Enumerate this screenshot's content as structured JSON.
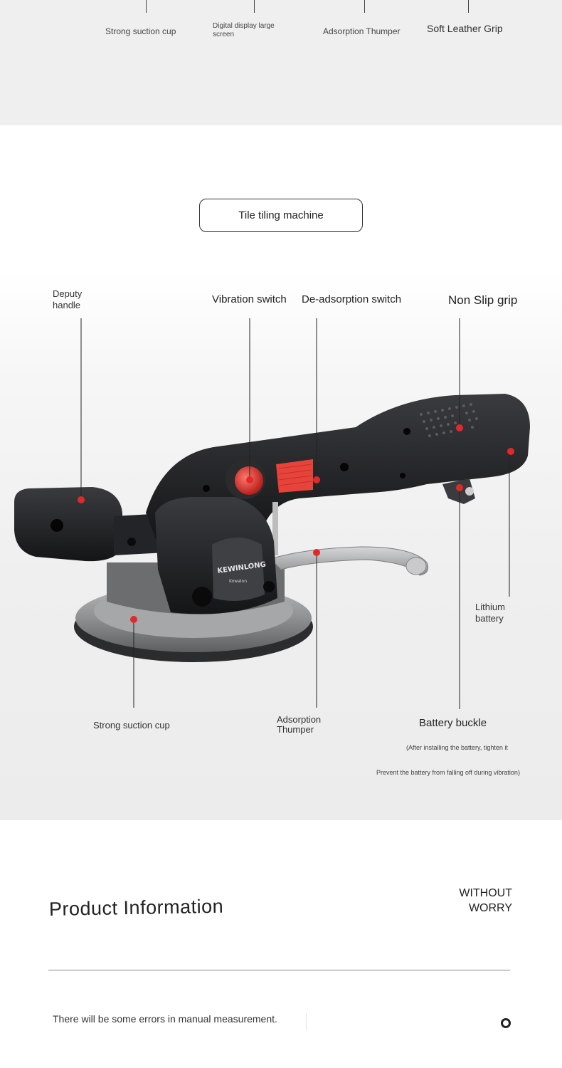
{
  "top_features": [
    {
      "label": "Strong suction cup"
    },
    {
      "label": "Digital display large screen"
    },
    {
      "label": "Adsorption Thumper"
    },
    {
      "label": "Soft Leather Grip"
    }
  ],
  "product_title": "Tile tiling machine",
  "callouts": {
    "deputy_handle": "Deputy handle",
    "vibration_switch": "Vibration switch",
    "deadsorption_switch": "De-adsorption switch",
    "non_slip_grip": "Non Slip grip",
    "lithium_battery": "Lithium battery",
    "strong_suction_cup": "Strong suction cup",
    "adsorption_thumper": "Adsorption Thumper",
    "battery_buckle": "Battery buckle",
    "battery_note_1": "(After installing the battery, tighten it",
    "battery_note_2": "Prevent the battery from falling off during vibration)"
  },
  "brand": {
    "name": "KEWINLONG",
    "sub": "Kowalon"
  },
  "info": {
    "title": "Product Information",
    "slogan_line1": "WITHOUT",
    "slogan_line2": "WORRY",
    "measurement_note": "There will be some errors in manual measurement."
  },
  "colors": {
    "accent_red": "#e02a2a",
    "button_red": "#e8433a",
    "body_dark": "#1e1f21",
    "metal": "#9a9b9d"
  },
  "icons": {
    "bottom_right": "ring-icon"
  }
}
